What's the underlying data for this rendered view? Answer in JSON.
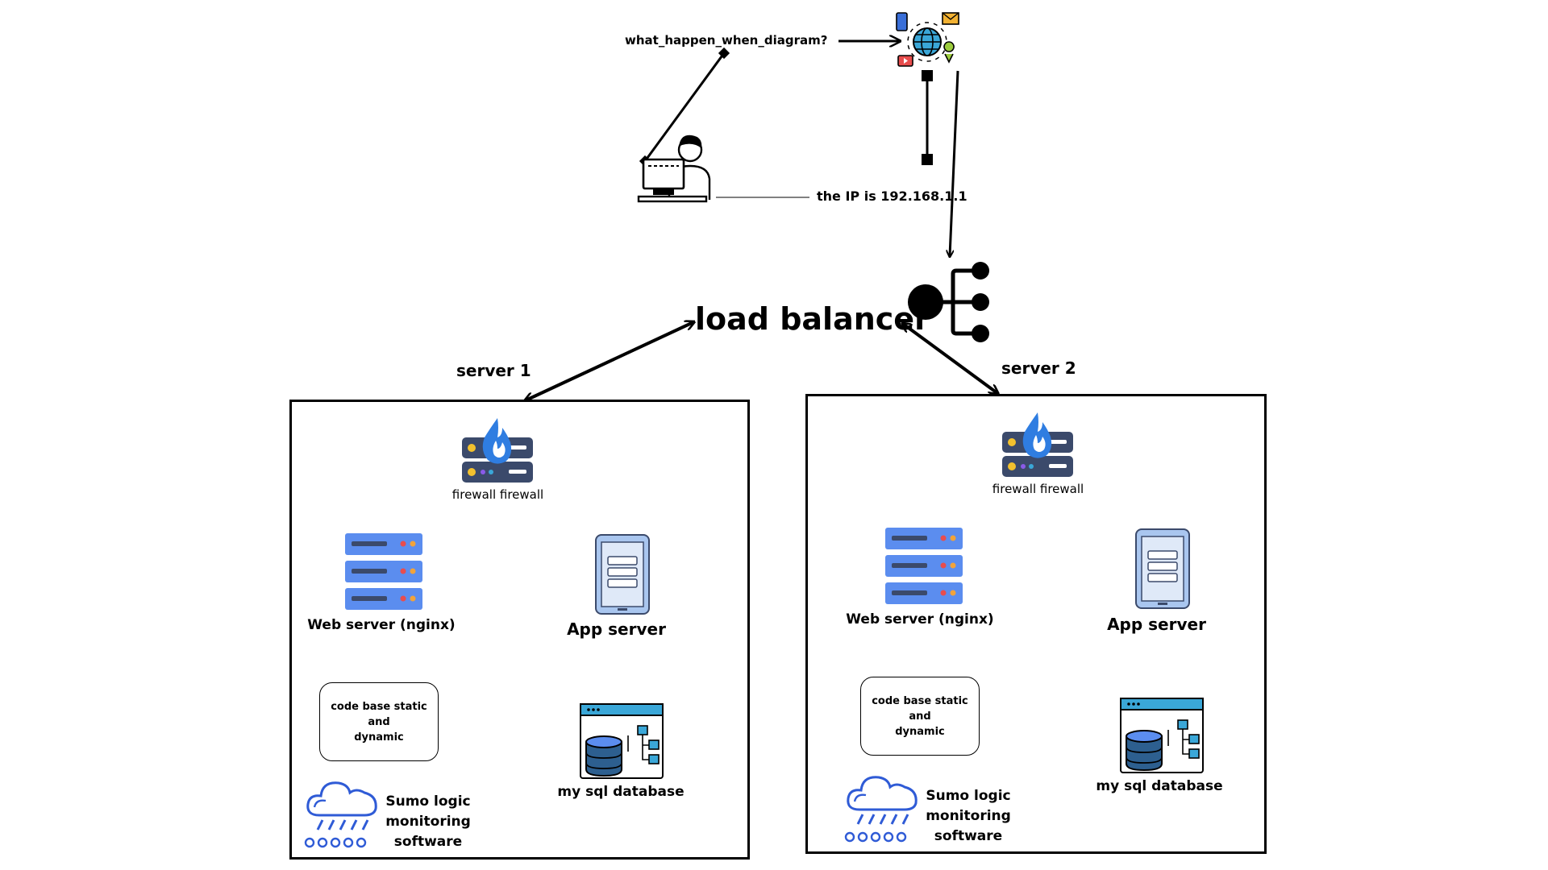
{
  "top": {
    "question_label": "what_happen_when_diagram?",
    "ip_label": "the IP is 192.168.1.1"
  },
  "load_balancer": {
    "label": "load balancer"
  },
  "servers": [
    {
      "title": "server 1",
      "firewall_label": "firewall firewall",
      "web_server_label": "Web server (nginx)",
      "app_server_label": "App server",
      "code_base_label": "code base static and\ndynamic",
      "database_label": "my sql database",
      "monitoring_label": "Sumo logic\nmonitoring\nsoftware"
    },
    {
      "title": "server 2",
      "firewall_label": "firewall firewall",
      "web_server_label": "Web server (nginx)",
      "app_server_label": "App server",
      "code_base_label": "code base static and\ndynamic",
      "database_label": "my sql database",
      "monitoring_label": "Sumo logic\nmonitoring\nsoftware"
    }
  ],
  "icons": {
    "user": "user-at-computer-icon",
    "internet": "internet-globe-icon",
    "load_balancer": "load-balancer-icon",
    "firewall": "firewall-icon",
    "web_server": "server-rack-icon",
    "app_server": "app-server-icon",
    "database": "database-icon",
    "monitoring": "cloud-rain-icon"
  },
  "colors": {
    "line": "#000000",
    "server_blue": "#5b8def",
    "server_dark": "#3b4a6b",
    "flame": "#2f7de1",
    "cloud": "#2f5bd6",
    "database_dark": "#2d5f8f"
  }
}
